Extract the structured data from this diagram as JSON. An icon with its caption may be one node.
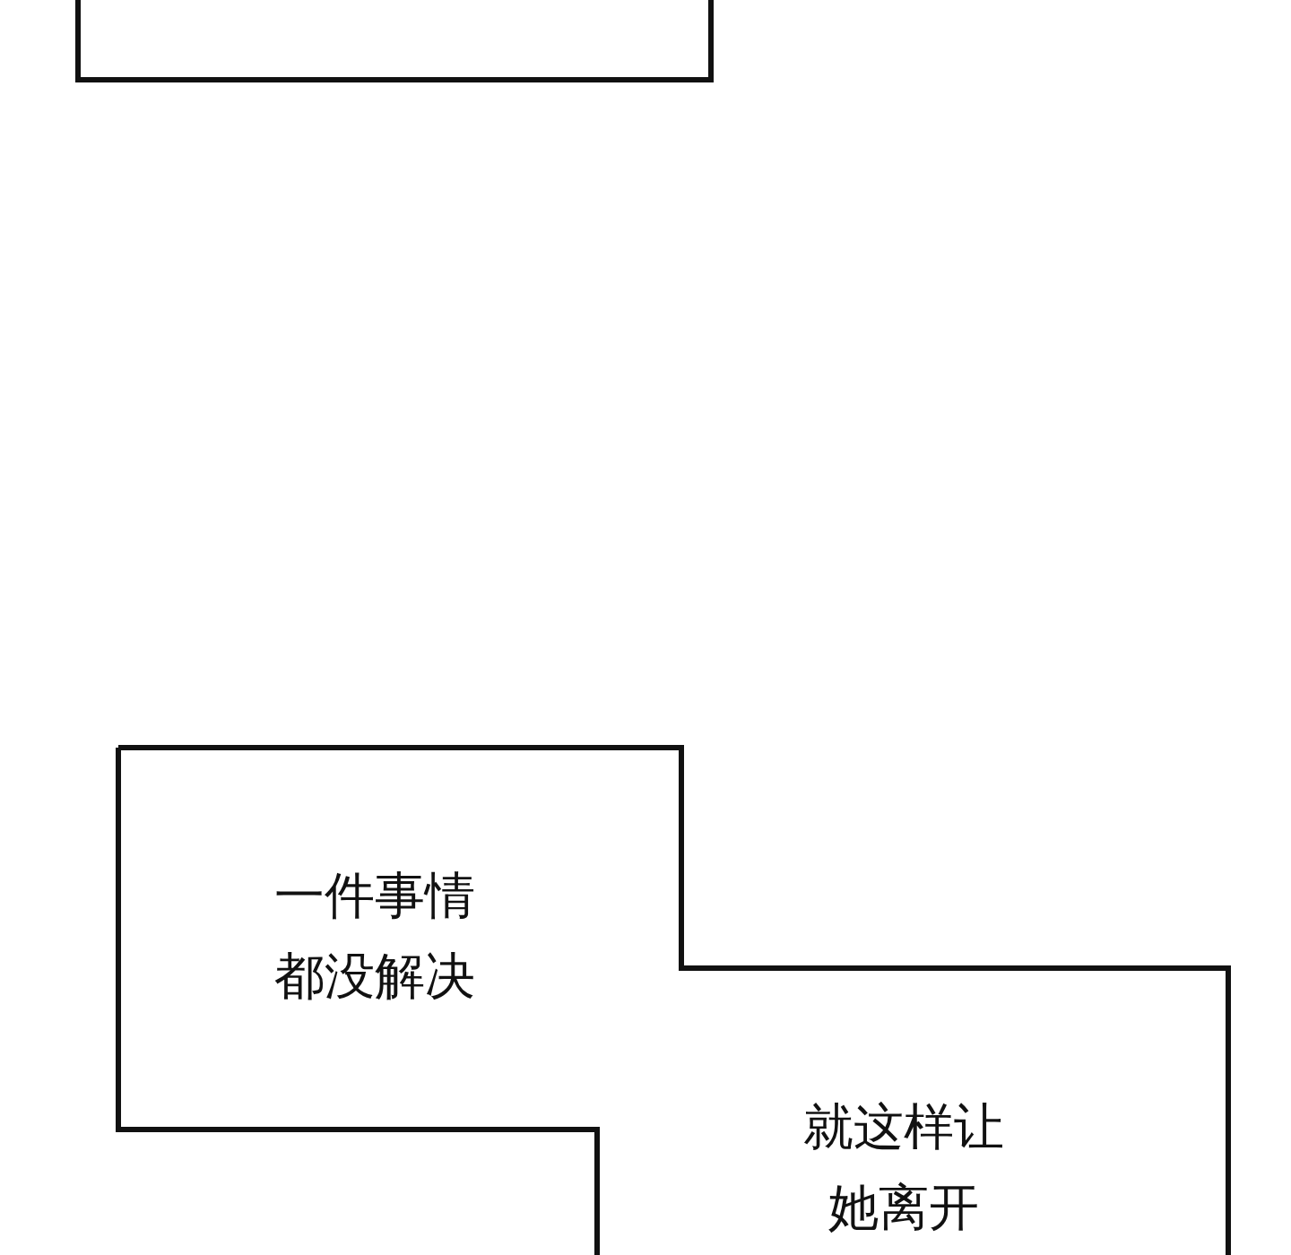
{
  "diagram": {
    "nodes": [
      {
        "text": [],
        "shape": "box"
      },
      {
        "text": [
          "一件事情都没解决"
        ]
      },
      {
        "text": [
          "就这样让她离开"
        ]
      }
    ]
  }
}
